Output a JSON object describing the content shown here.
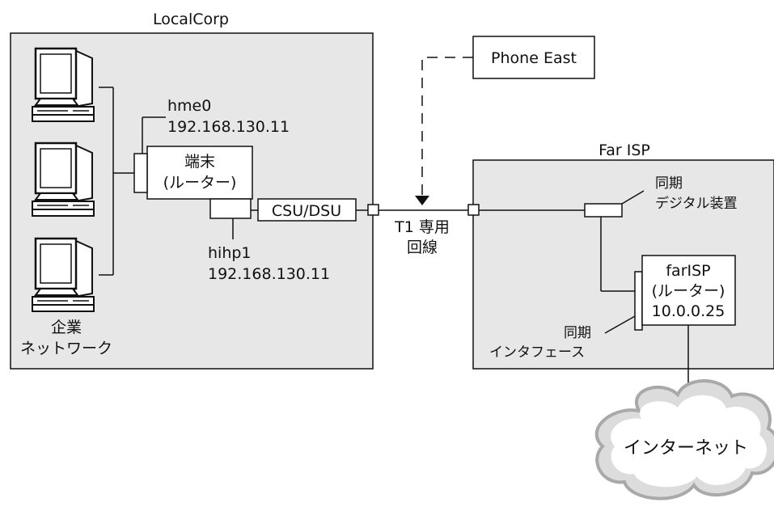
{
  "local": {
    "title": "LocalCorp",
    "network_label": [
      "企業",
      "ネットワーク"
    ]
  },
  "router": {
    "name": "端末",
    "role": "(ルーター)"
  },
  "hme0": {
    "name": "hme0",
    "ip": "192.168.130.11"
  },
  "hihp1": {
    "name": "hihp1",
    "ip": "192.168.130.11"
  },
  "csu": {
    "label": "CSU/DSU"
  },
  "t1": {
    "label": [
      "T1 専用",
      "回線"
    ]
  },
  "phone": {
    "label": "Phone East"
  },
  "far": {
    "title": "Far ISP"
  },
  "sync_device": {
    "label": [
      "同期",
      "デジタル装置"
    ]
  },
  "far_router": {
    "name": "farISP",
    "role": "(ルーター)",
    "ip": "10.0.0.25"
  },
  "sync_iface": {
    "label": [
      "同期",
      "インタフェース"
    ]
  },
  "internet": {
    "label": "インターネット"
  }
}
